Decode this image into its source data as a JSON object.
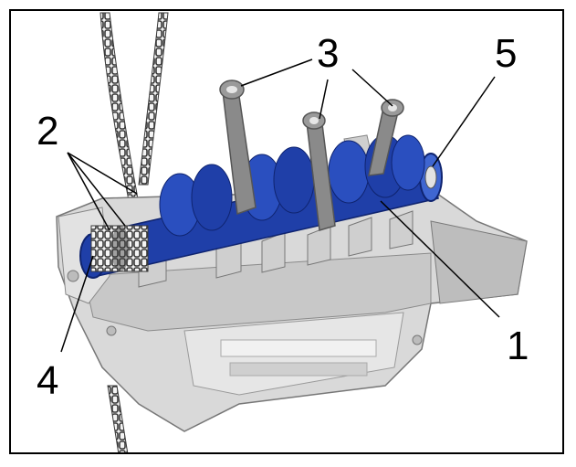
{
  "figure": {
    "description_visible": false,
    "colors": {
      "crank": "#1f3fa8",
      "crank_dark": "#0f2470",
      "crank_light": "#3f66d1",
      "block": "#d9d9d9",
      "block_shade": "#a8a8a8",
      "rod": "#8a8a8a",
      "rod_dark": "#555555",
      "chain": "#3a3a3a",
      "leader": "#000000"
    },
    "callouts": [
      {
        "id": "1",
        "text": "1"
      },
      {
        "id": "2",
        "text": "2"
      },
      {
        "id": "3",
        "text": "3"
      },
      {
        "id": "4",
        "text": "4"
      },
      {
        "id": "5",
        "text": "5"
      }
    ]
  }
}
